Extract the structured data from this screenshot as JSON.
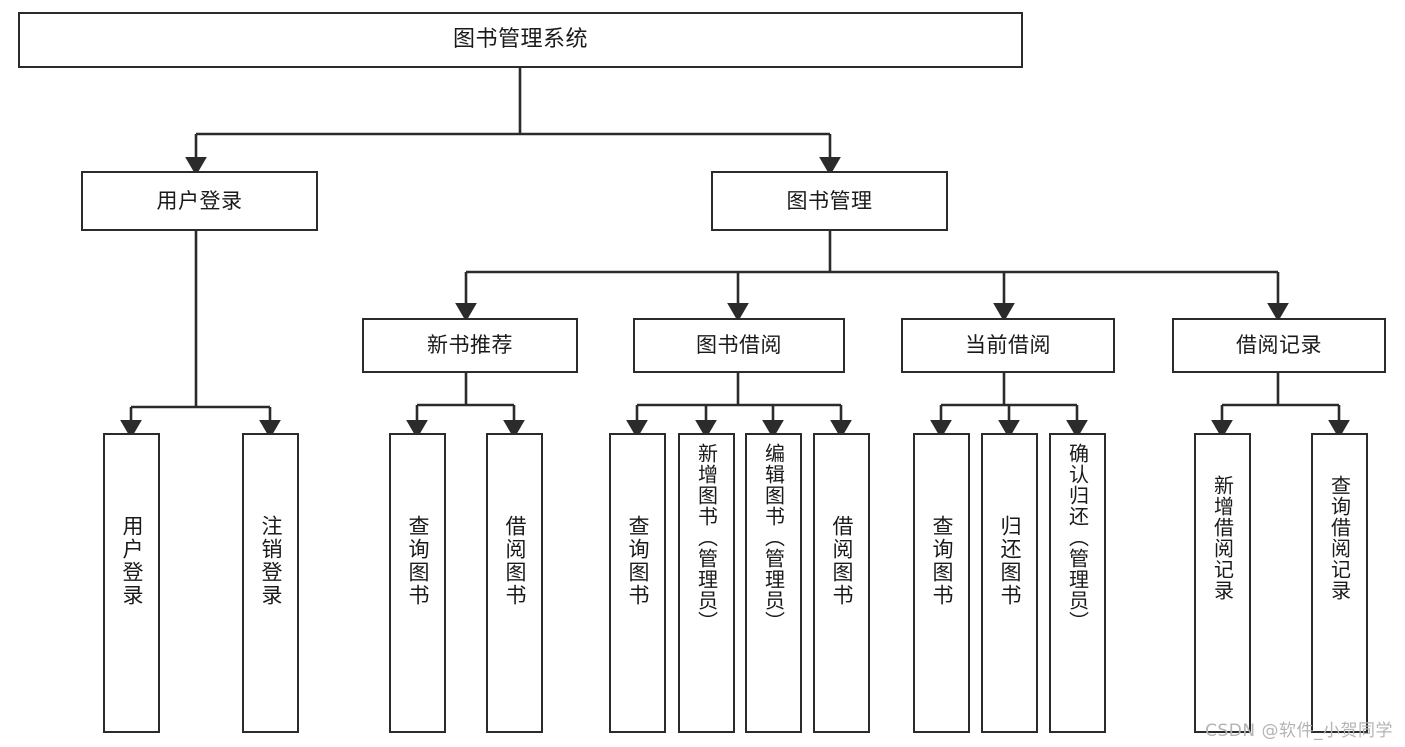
{
  "diagram": {
    "title": "图书管理系统",
    "type": "tree",
    "watermark": "CSDN @软件_小贺同学",
    "colors": {
      "background": "#ffffff",
      "node_border": "#2b2b2b",
      "node_fill": "#ffffff",
      "edge": "#2b2b2b",
      "text": "#1a1a1a",
      "watermark": "#b4b4b4"
    },
    "nodes": {
      "root": {
        "label": "图书管理系统",
        "level": 0,
        "orientation": "horizontal"
      },
      "user_login": {
        "label": "用户登录",
        "level": 1,
        "orientation": "horizontal"
      },
      "book_manage": {
        "label": "图书管理",
        "level": 1,
        "orientation": "horizontal"
      },
      "new_book_rec": {
        "label": "新书推荐",
        "level": 2,
        "orientation": "horizontal"
      },
      "book_borrow": {
        "label": "图书借阅",
        "level": 2,
        "orientation": "horizontal"
      },
      "current_borrow": {
        "label": "当前借阅",
        "level": 2,
        "orientation": "horizontal"
      },
      "borrow_record": {
        "label": "借阅记录",
        "level": 2,
        "orientation": "horizontal"
      },
      "leaf_user_login": {
        "label": "用户登录",
        "level": 3,
        "orientation": "vertical"
      },
      "leaf_user_logout": {
        "label": "注销登录",
        "level": 3,
        "orientation": "vertical"
      },
      "leaf_query_book_1": {
        "label": "查询图书",
        "level": 3,
        "orientation": "vertical"
      },
      "leaf_borrow_book_1": {
        "label": "借阅图书",
        "level": 3,
        "orientation": "vertical"
      },
      "leaf_query_book_2": {
        "label": "查询图书",
        "level": 3,
        "orientation": "vertical"
      },
      "leaf_add_book": {
        "label": "新增图书（管理员）",
        "level": 3,
        "orientation": "vertical"
      },
      "leaf_edit_book": {
        "label": "编辑图书（管理员）",
        "level": 3,
        "orientation": "vertical"
      },
      "leaf_borrow_book_2": {
        "label": "借阅图书",
        "level": 3,
        "orientation": "vertical"
      },
      "leaf_query_book_3": {
        "label": "查询图书",
        "level": 3,
        "orientation": "vertical"
      },
      "leaf_return_book": {
        "label": "归还图书",
        "level": 3,
        "orientation": "vertical"
      },
      "leaf_confirm_return": {
        "label": "确认归还（管理员）",
        "level": 3,
        "orientation": "vertical"
      },
      "leaf_add_record": {
        "label": "新增借阅记录",
        "level": 3,
        "orientation": "vertical"
      },
      "leaf_query_record": {
        "label": "查询借阅记录",
        "level": 3,
        "orientation": "vertical"
      }
    },
    "edges": [
      {
        "from": "root",
        "to": "user_login"
      },
      {
        "from": "root",
        "to": "book_manage"
      },
      {
        "from": "user_login",
        "to": "leaf_user_login"
      },
      {
        "from": "user_login",
        "to": "leaf_user_logout"
      },
      {
        "from": "book_manage",
        "to": "new_book_rec"
      },
      {
        "from": "book_manage",
        "to": "book_borrow"
      },
      {
        "from": "book_manage",
        "to": "current_borrow"
      },
      {
        "from": "book_manage",
        "to": "borrow_record"
      },
      {
        "from": "new_book_rec",
        "to": "leaf_query_book_1"
      },
      {
        "from": "new_book_rec",
        "to": "leaf_borrow_book_1"
      },
      {
        "from": "book_borrow",
        "to": "leaf_query_book_2"
      },
      {
        "from": "book_borrow",
        "to": "leaf_add_book"
      },
      {
        "from": "book_borrow",
        "to": "leaf_edit_book"
      },
      {
        "from": "book_borrow",
        "to": "leaf_borrow_book_2"
      },
      {
        "from": "current_borrow",
        "to": "leaf_query_book_3"
      },
      {
        "from": "current_borrow",
        "to": "leaf_return_book"
      },
      {
        "from": "current_borrow",
        "to": "leaf_confirm_return"
      },
      {
        "from": "borrow_record",
        "to": "leaf_add_record"
      },
      {
        "from": "borrow_record",
        "to": "leaf_query_record"
      }
    ]
  }
}
